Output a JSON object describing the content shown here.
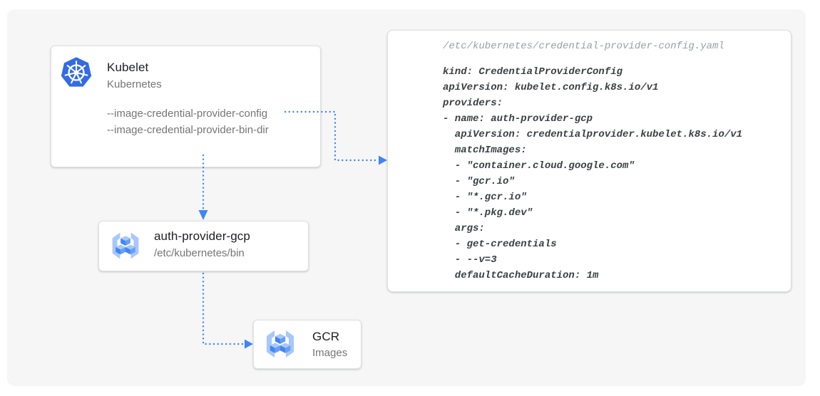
{
  "diagram": {
    "kubelet": {
      "title": "Kubelet",
      "subtitle": "Kubernetes",
      "flags": [
        "--image-credential-provider-config",
        "--image-credential-provider-bin-dir"
      ]
    },
    "auth_provider": {
      "title": "auth-provider-gcp",
      "subtitle": "/etc/kubernetes/bin"
    },
    "gcr": {
      "title": "GCR",
      "subtitle": "Images"
    },
    "config_file": {
      "path": "/etc/kubernetes/credential-provider-config.yaml",
      "code": [
        "kind: CredentialProviderConfig",
        "apiVersion: kubelet.config.k8s.io/v1",
        "providers:",
        "- name: auth-provider-gcp",
        "  apiVersion: credentialprovider.kubelet.k8s.io/v1",
        "  matchImages:",
        "  - \"container.cloud.google.com\"",
        "  - \"gcr.io\"",
        "  - \"*.gcr.io\"",
        "  - \"*.pkg.dev\"",
        "  args:",
        "  - get-credentials",
        "  - --v=3",
        "  defaultCacheDuration: 1m"
      ]
    },
    "icons": {
      "kubelet": "kubernetes-helm-icon",
      "auth_provider": "container-registry-icon",
      "gcr": "container-registry-icon"
    },
    "colors": {
      "arrow_blue": "#4285F4",
      "kubernetes_blue": "#326CE5",
      "registry_bracket_blue": "#A8C7FA",
      "registry_cube_top": "#A8C7FA",
      "registry_cube_left": "#4285F4",
      "registry_cube_right": "#669DF6",
      "canvas_bg": "#F6F6F6",
      "card_bg": "#FFFFFF",
      "title_text": "#202124",
      "secondary_text": "#757575",
      "code_text": "#3C4043",
      "code_path_text": "#9AA0A6"
    }
  }
}
